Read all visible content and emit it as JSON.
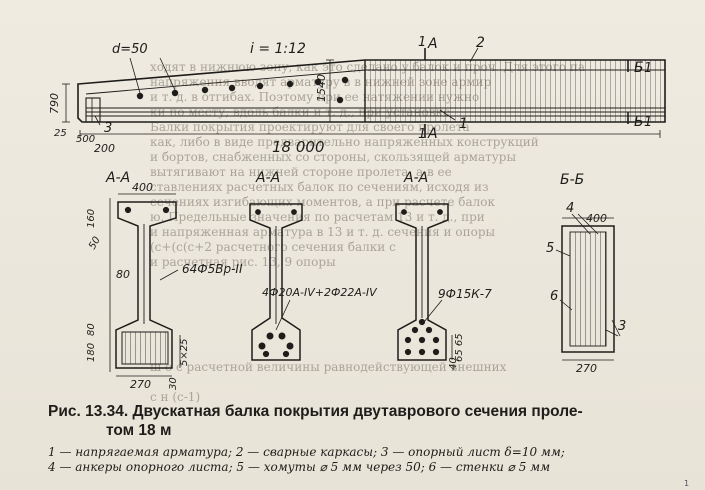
{
  "caption": {
    "title_line1": "Рис. 13.34. Двускатная балка покрытия двутаврового сечения проле-",
    "title_line2": "том 18 м",
    "legend_line1": "1 — напрягаемая арматура; 2 — сварные каркасы; 3 — опорный лист δ=10 мм;",
    "legend_line2": "4 — анкеры опорного листа; 5 — хомуты ⌀ 5 мм через 50; 6 — стенки ⌀ 5 мм"
  },
  "elevation": {
    "slope": "i = 1:12",
    "hole_spacing": "d=50",
    "end_height": "790",
    "mid_height": "1540",
    "half_span": "18 000",
    "dim_500": "500",
    "dim_200": "200",
    "dim_25": "25",
    "mark_1": "1",
    "mark_2": "2",
    "mark_3": "3",
    "cut_A_top": "A",
    "cut_A_bottom": "A",
    "cut_B_top": "Б",
    "cut_B_bottom": "Б",
    "cut_digit": "1"
  },
  "section_a1": {
    "title": "A-A",
    "width": "400",
    "flange": "160",
    "haunch": "50",
    "web": "80",
    "rebar": "64Ф5Вр-II",
    "bottom_h1": "180",
    "bottom_h2": "80",
    "bottom_w": "270",
    "dim_30": "30",
    "dim_5x25": "5×25"
  },
  "section_a2": {
    "title": "A-A",
    "rebar": "4Ф20А-IV+2Ф22А-IV"
  },
  "section_a3": {
    "title": "A-A",
    "rebar": "9Ф15К-7",
    "dim_65": "65 65",
    "dim_40": "40"
  },
  "section_b": {
    "title": "Б-Б",
    "width": "400",
    "bottom_w": "270",
    "mark_4": "4",
    "mark_5": "5",
    "mark_6": "6",
    "mark_3": "3"
  },
  "page_number": "1",
  "background_text": [
    "ходят в нижнюю зону, как это сделано у балок и проч. Для этого па",
    "напряжения вводят арматуру в в нижней зоне армир",
    "и т. д. в отгибах. Поэтому при ее натяжении нужно",
    "ки по месту, вдоль балки и т. д., при установке",
    "Балки покрытия проектируют для своего пролета",
    "как, либо в виде предварительно напряженных конструкций",
    "и бортов, снабженных со стороны, скользящей арматуры",
    "вытягивают на нижней стороне пролета, а в ее",
    "ставлениях расчетных балок по сечениям, исходя из",
    "сечениях изгибающих моментов, а при расчете балок",
    "ю. Предельные значения по расчетам 13 и т. д., при",
    "и напряженная арматура в 13 и т. д. сечения и опоры",
    "(с+(с(с+2 расчетного сечения балки с",
    "и расчетная рис. 13, 9 опоры",
    "",
    "",
    "",
    "",
    "",
    "",
    "ш о с расчетной величины равнодействующей внешних",
    "",
    "с н (с-1)"
  ]
}
